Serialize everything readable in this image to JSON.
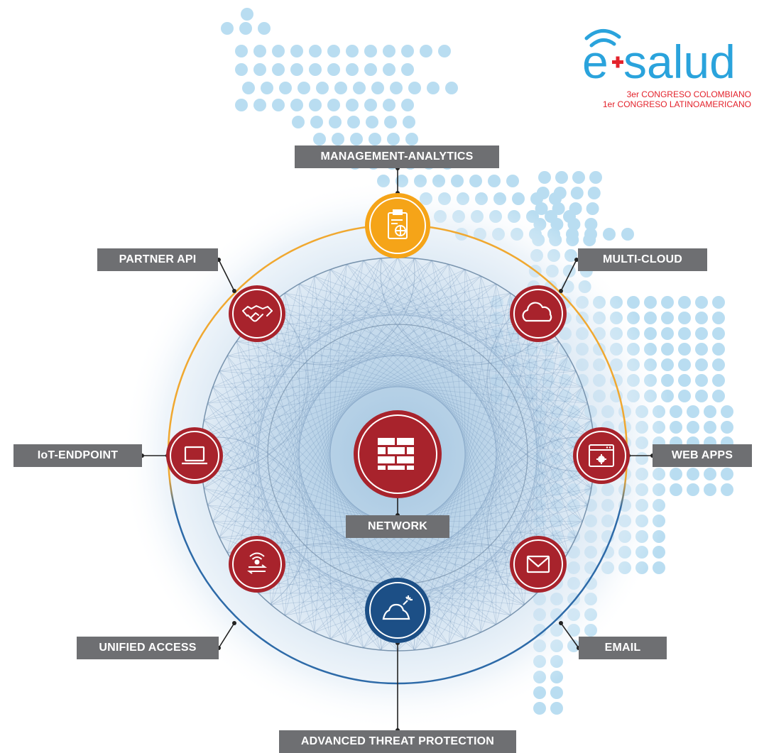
{
  "logo": {
    "wordmark": "e+salud",
    "line1": "3er CONGRESO COLOMBIANO",
    "line2": "1er CONGRESO LATINOAMERICANO"
  },
  "colors": {
    "node_red": "#a8232c",
    "node_orange": "#f5a418",
    "node_blue": "#1c4f86",
    "label_bg": "#6e6f72",
    "ring_orange": "#f0a830",
    "ring_blue": "#2d6aa8",
    "dots": "#b9ddf1",
    "logo_blue": "#2aa3dc",
    "logo_red": "#e3222b"
  },
  "center": {
    "label": "NETWORK",
    "icon": "firewall-icon"
  },
  "nodes": [
    {
      "id": "management-analytics",
      "label": "MANAGEMENT-ANALYTICS",
      "icon": "clipboard-chart-icon",
      "color": "orange"
    },
    {
      "id": "multi-cloud",
      "label": "MULTI-CLOUD",
      "icon": "cloud-icon",
      "color": "red"
    },
    {
      "id": "web-apps",
      "label": "WEB APPS",
      "icon": "browser-gear-icon",
      "color": "red"
    },
    {
      "id": "email",
      "label": "EMAIL",
      "icon": "envelope-icon",
      "color": "red"
    },
    {
      "id": "advanced-threat-protection",
      "label": "ADVANCED THREAT PROTECTION",
      "icon": "bomb-icon",
      "color": "blue"
    },
    {
      "id": "unified-access",
      "label": "UNIFIED ACCESS",
      "icon": "wifi-transfer-icon",
      "color": "red"
    },
    {
      "id": "iot-endpoint",
      "label": "IoT-ENDPOINT",
      "icon": "laptop-icon",
      "color": "red"
    },
    {
      "id": "partner-api",
      "label": "PARTNER API",
      "icon": "handshake-icon",
      "color": "red"
    }
  ]
}
